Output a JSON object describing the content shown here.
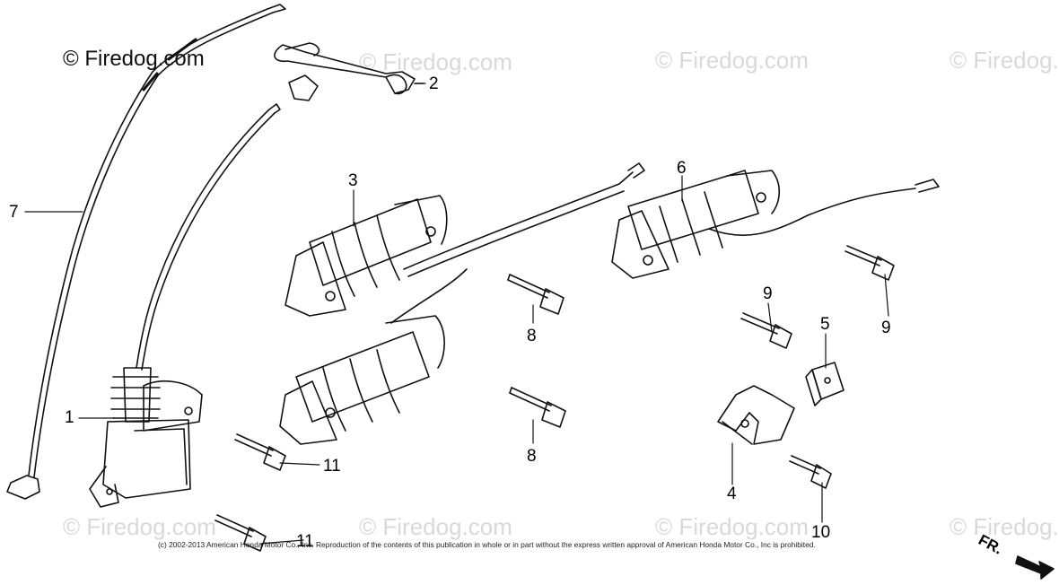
{
  "brand": "© Firedog.com",
  "watermark": "© Firedog.com",
  "copyright": "(c) 2002-2013 American Honda Motor Co., Inc. Reproduction of the contents of this publication in whole or in part without the express written approval of American Honda Motor Co., Inc is prohibited.",
  "direction_label": "FR.",
  "callouts": [
    "1",
    "2",
    "3",
    "4",
    "5",
    "6",
    "7",
    "8",
    "8",
    "9",
    "9",
    "10",
    "11",
    "11"
  ],
  "colors": {
    "line": "#111111",
    "watermark": "#d9d9d9"
  }
}
